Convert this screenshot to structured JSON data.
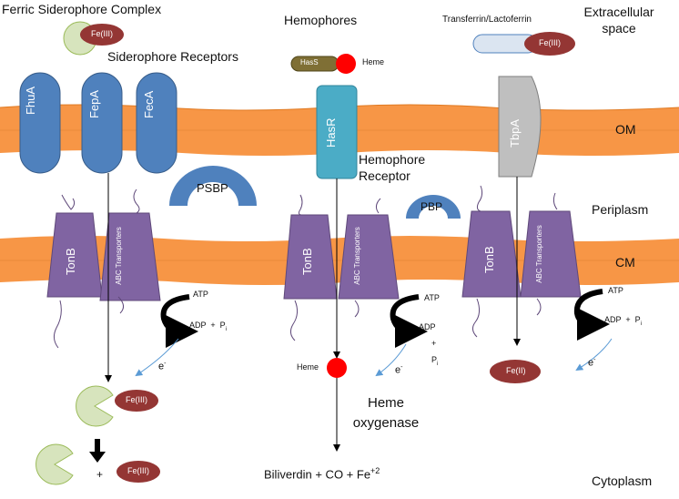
{
  "regions": {
    "extracellular": "Extracellular space",
    "om": "OM",
    "periplasm": "Periplasm",
    "cm": "CM",
    "cytoplasm": "Cytoplasm"
  },
  "titles": {
    "ferric_siderophore_complex": "Ferric Siderophore Complex",
    "siderophore_receptors": "Siderophore Receptors",
    "hemophores": "Hemophores",
    "transferrin_lactoferrin": "Transferrin/Lactoferrin",
    "hemophore_receptor": "Hemophore Receptor"
  },
  "proteins": {
    "fhua": "FhuA",
    "fepa": "FepA",
    "feca": "FecA",
    "hasr": "HasR",
    "tbpa": "TbpA",
    "has": "HasS",
    "psbp": "PSBP",
    "pbp": "PBP",
    "tonb": "TonB",
    "abc": "ABC Transporters"
  },
  "molecules": {
    "fe3": "Fe(III)",
    "fe2": "Fe(II)",
    "heme": "Heme",
    "atp": "ATP",
    "adp": "ADP",
    "plus": "+",
    "pi": "P",
    "pi_sub": "i",
    "electron": "e",
    "electron_sup": "-"
  },
  "enzymes": {
    "heme_oxygenase": "Heme oxygenase"
  },
  "products": {
    "biliverdin": "Biliverdin + CO + Fe",
    "biliverdin_sup": "+2"
  },
  "colors": {
    "membrane": "#F79646",
    "membrane_line": "#E07A22",
    "receptor_blue": "#4F81BD",
    "receptor_teal": "#4BACC6",
    "receptor_grey": "#BFBFBF",
    "transporter_purple": "#8064A2",
    "iron_red": "#943634",
    "heme_red": "#FF0000",
    "siderophore_green": "#D7E4BD",
    "hasa_olive": "#7F6F35",
    "electron_arrow": "#5B9BD5"
  }
}
